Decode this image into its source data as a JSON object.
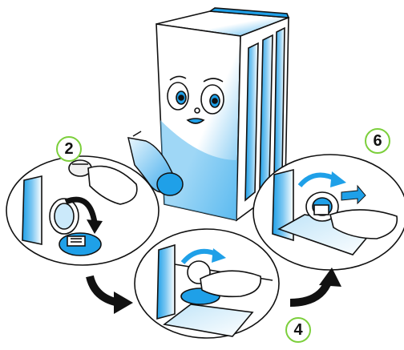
{
  "steps": [
    {
      "number": "2",
      "name": "step-2"
    },
    {
      "number": "4",
      "name": "step-4"
    },
    {
      "number": "6",
      "name": "step-6"
    }
  ],
  "colors": {
    "accent_blue": "#1fa0e8",
    "light_blue": "#cbe9fa",
    "badge_outline": "#7ccf3c",
    "line": "#111111"
  },
  "icons": [
    "washing-machine-icon",
    "gloved-hand-icon",
    "filter-cap-icon",
    "rotation-arrow-icon",
    "flow-arrow-icon",
    "drain-tray-icon"
  ]
}
